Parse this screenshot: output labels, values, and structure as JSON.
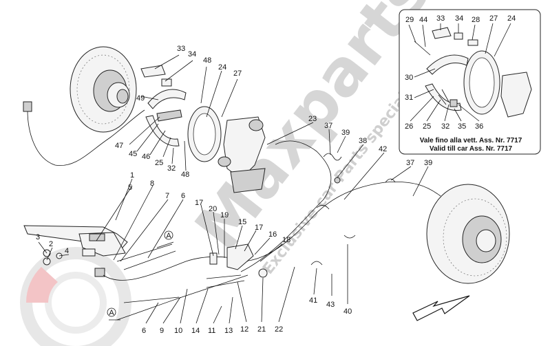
{
  "colors": {
    "watermark": "#c9c9c9",
    "watermark_accent": "#e0303a",
    "ink": "#111111"
  },
  "watermark": {
    "brand": "Maxparts",
    "tagline": "Exclusive car Parts specialist"
  },
  "inset": {
    "caption_line1": "Vale fino alla vett. Ass. Nr. 7717",
    "caption_line2": "Valid till car Ass. Nr. 7717"
  },
  "main_labels": {
    "l1": "1",
    "l2": "2",
    "l3": "3",
    "l4": "4",
    "l5": "5",
    "l6a": "6",
    "l6b": "6",
    "l7": "7",
    "l8": "8",
    "l9": "9",
    "l10": "10",
    "l11": "11",
    "l12": "12",
    "l13": "13",
    "l14": "14",
    "l15": "15",
    "l16": "16",
    "l17a": "17",
    "l17b": "17",
    "l18": "18",
    "l19": "19",
    "l20": "20",
    "l21": "21",
    "l22": "22",
    "l23": "23",
    "l24": "24",
    "l25": "25",
    "l27": "27",
    "l32": "32",
    "l33": "33",
    "l34": "34",
    "l37a": "37",
    "l37b": "37",
    "l38": "38",
    "l39a": "39",
    "l39b": "39",
    "l40": "40",
    "l41": "41",
    "l42": "42",
    "l43": "43",
    "l45": "45",
    "l46": "46",
    "l47": "47",
    "l48a": "48",
    "l48b": "48",
    "l49": "49",
    "arrowA1": "A",
    "arrowA2": "A"
  },
  "inset_labels": {
    "i29": "29",
    "i44": "44",
    "i33": "33",
    "i34": "34",
    "i28": "28",
    "i27": "27",
    "i24": "24",
    "i30": "30",
    "i31": "31",
    "i26": "26",
    "i25": "25",
    "i32": "32",
    "i35": "35",
    "i36": "36"
  }
}
